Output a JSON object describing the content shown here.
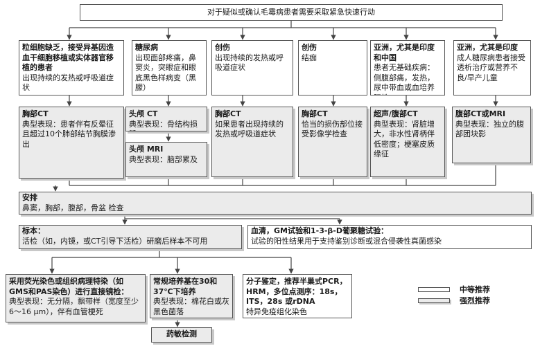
{
  "title": "对于疑似或确认毛霉病患者需要采取紧急快速行动",
  "row1": [
    {
      "title": "粒细胞缺乏，接受异基因造血干细胞移植或实体器官移植的患者",
      "body": "出现持续的发热或呼吸道症状"
    },
    {
      "title": "糖尿病",
      "body": "出现面部疼痛，鼻窦炎，突眼症和眼底黑色样病变（黑朦）"
    },
    {
      "title": "创伤",
      "body": "出现持续的发热或呼吸道症状"
    },
    {
      "title": "创伤",
      "body": "结痂"
    },
    {
      "title": "亚洲，尤其是印度和中国",
      "body": "患者无基础疾病：侧腹部痛，发热，尿中带血或血培养阳性"
    },
    {
      "title": "亚洲，尤其是印度",
      "body": "成人糖尿病患者接受透析治疗或营养不良/早产儿童"
    }
  ],
  "row2": [
    {
      "title": "胸部CT",
      "body": "典型表现：患者伴有反晕征且超过10个肺部结节胸膜渗出"
    },
    {
      "title": "头颅 CT",
      "body": "典型表现：骨结构损毁"
    },
    {
      "title": "头颅 MRI",
      "body": "典型表现：脑部累及"
    },
    {
      "title": "胸部CT",
      "body": "如果患者出现持续的发热或呼吸道症状"
    },
    {
      "title": "胸部CT",
      "body": "恰当的损伤部位接受影像学检查"
    },
    {
      "title": "超声/腹部CT",
      "body": "典型表现：肾脏增大，非水性肾柄伴低密度；梗塞皮质缘征"
    },
    {
      "title": "腹部CT或MRI",
      "body": "典型表现：独立的腹部团块影"
    }
  ],
  "arrange": {
    "title": "安排",
    "body": "鼻窦，胸部，腹部，骨盆 检查"
  },
  "specimen": {
    "title": "标本：",
    "body": "活检（如，内镜，或CT引导下活检）研磨后样本不可用"
  },
  "serum": {
    "title": "血清，GM试验和1-3-β-D葡聚糖试验：",
    "body": "试验的阳性结果用于支持鉴别诊断或混合侵袭性真菌感染"
  },
  "row4": [
    {
      "title": "采用荧光染色或组织病理特染（如GMS和PAS染色）进行直接镜检：",
      "body": "典型表现：无分隔，飘带样（宽度至少6～16 μm），伴有血管梗死"
    },
    {
      "title": "常规培养基在30和37℃下培养",
      "body": "典型表现：棉花白或灰黑色菌落"
    },
    {
      "title": "分子鉴定，推荐半巢式PCR，HRM，多位点测序：18s，ITS，28s 或rDNA",
      "body": "特异免疫组化染色"
    }
  ],
  "drug_test": "药敏检测",
  "legend": {
    "moderate": "中等推荐",
    "strong": "强烈推荐"
  },
  "colors": {
    "moderate": "#ffffff",
    "strong": "#ebebeb",
    "line": "#444444"
  }
}
